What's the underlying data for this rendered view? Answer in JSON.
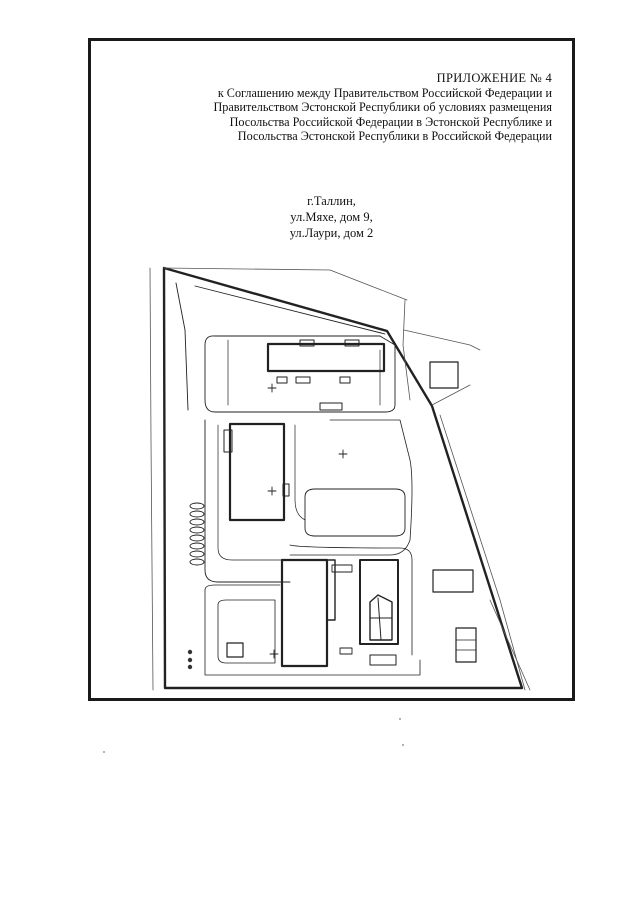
{
  "header": {
    "title": "ПРИЛОЖЕНИЕ № 4",
    "lines": [
      "к Соглашению между Правительством Российской Федерации и",
      "Правительством Эстонской Республики об условиях размещения",
      "Посольства Российской Федерации в Эстонской Республике и",
      "Посольства Эстонской Республики в Российской Федерации"
    ]
  },
  "address": {
    "city": "г.Таллин,",
    "street1": "ул.Мяхе, дом 9,",
    "street2": "ул.Лаури, дом 2"
  }
}
